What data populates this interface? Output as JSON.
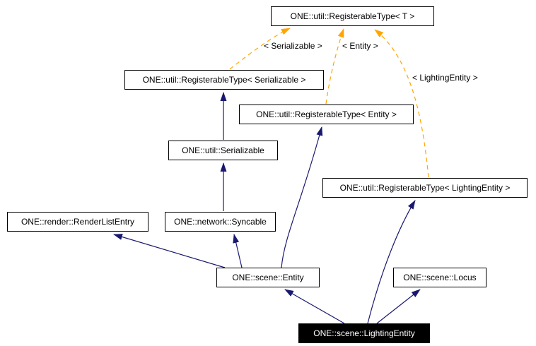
{
  "nodes": [
    {
      "id": "registerable-t",
      "label": "ONE::util::RegisterableType< T >"
    },
    {
      "id": "registerable-serializable",
      "label": "ONE::util::RegisterableType< Serializable >"
    },
    {
      "id": "registerable-entity",
      "label": "ONE::util::RegisterableType< Entity >"
    },
    {
      "id": "serializable",
      "label": "ONE::util::Serializable"
    },
    {
      "id": "registerable-lightingentity",
      "label": "ONE::util::RegisterableType< LightingEntity >"
    },
    {
      "id": "renderlistentry",
      "label": "ONE::render::RenderListEntry"
    },
    {
      "id": "syncable",
      "label": "ONE::network::Syncable"
    },
    {
      "id": "entity",
      "label": "ONE::scene::Entity"
    },
    {
      "id": "locus",
      "label": "ONE::scene::Locus"
    },
    {
      "id": "lightingentity",
      "label": "ONE::scene::LightingEntity",
      "highlighted": true
    }
  ],
  "edges": [
    {
      "from": "ONE::network::Syncable",
      "to": "ONE::util::Serializable",
      "type": "inheritance"
    },
    {
      "from": "ONE::util::Serializable",
      "to": "ONE::util::RegisterableType< Serializable >",
      "type": "inheritance"
    },
    {
      "from": "ONE::scene::Entity",
      "to": "ONE::render::RenderListEntry",
      "type": "inheritance"
    },
    {
      "from": "ONE::scene::Entity",
      "to": "ONE::network::Syncable",
      "type": "inheritance"
    },
    {
      "from": "ONE::scene::Entity",
      "to": "ONE::util::RegisterableType< Entity >",
      "type": "inheritance"
    },
    {
      "from": "ONE::scene::LightingEntity",
      "to": "ONE::scene::Entity",
      "type": "inheritance"
    },
    {
      "from": "ONE::scene::LightingEntity",
      "to": "ONE::scene::Locus",
      "type": "inheritance"
    },
    {
      "from": "ONE::scene::LightingEntity",
      "to": "ONE::util::RegisterableType< LightingEntity >",
      "type": "inheritance"
    },
    {
      "from": "ONE::util::RegisterableType< Serializable >",
      "to": "ONE::util::RegisterableType< T >",
      "type": "template-instantiation",
      "label": "< Serializable >"
    },
    {
      "from": "ONE::util::RegisterableType< Entity >",
      "to": "ONE::util::RegisterableType< T >",
      "type": "template-instantiation",
      "label": "< Entity >"
    },
    {
      "from": "ONE::util::RegisterableType< LightingEntity >",
      "to": "ONE::util::RegisterableType< T >",
      "type": "template-instantiation",
      "label": "< LightingEntity >"
    }
  ],
  "colors": {
    "inheritance_edge": "#191970",
    "template_edge": "#ffa500",
    "node_border": "#000000",
    "node_background": "#ffffff",
    "node_text": "#000000",
    "selected_node_background": "#000000",
    "selected_node_text": "#ffffff"
  }
}
